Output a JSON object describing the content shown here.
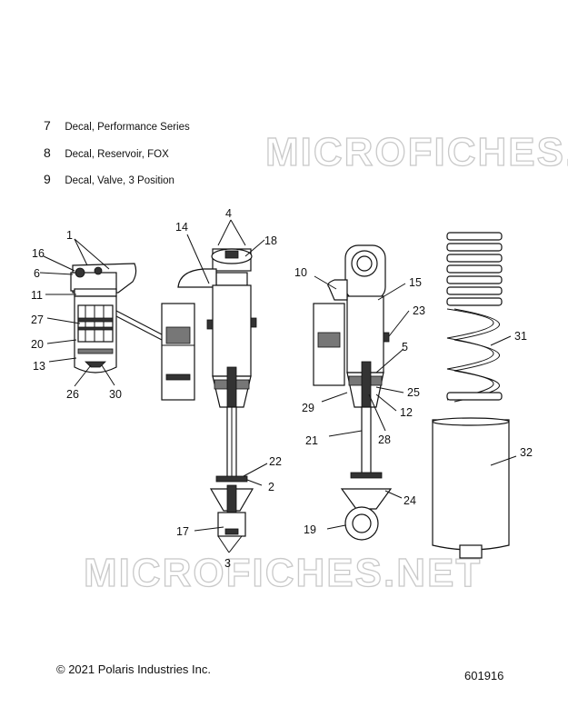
{
  "legend": [
    {
      "num": "7",
      "text": "Decal, Performance Series"
    },
    {
      "num": "8",
      "text": "Decal, Reservoir, FOX"
    },
    {
      "num": "9",
      "text": "Decal, Valve, 3 Position"
    }
  ],
  "watermark": "MICROFICHES.NET",
  "callouts": {
    "c1": "1",
    "c2": "2",
    "c3": "3",
    "c4": "4",
    "c5": "5",
    "c6": "6",
    "c10": "10",
    "c11": "11",
    "c12": "12",
    "c13": "13",
    "c14": "14",
    "c15": "15",
    "c16": "16",
    "c17": "17",
    "c18": "18",
    "c19": "19",
    "c20": "20",
    "c21": "21",
    "c22": "22",
    "c23": "23",
    "c24": "24",
    "c25": "25",
    "c26": "26",
    "c27": "27",
    "c28": "28",
    "c29": "29",
    "c30": "30",
    "c31": "31",
    "c32": "32"
  },
  "footer": {
    "copyright": "© 2021 Polaris Industries Inc.",
    "diagram_number": "601916"
  }
}
